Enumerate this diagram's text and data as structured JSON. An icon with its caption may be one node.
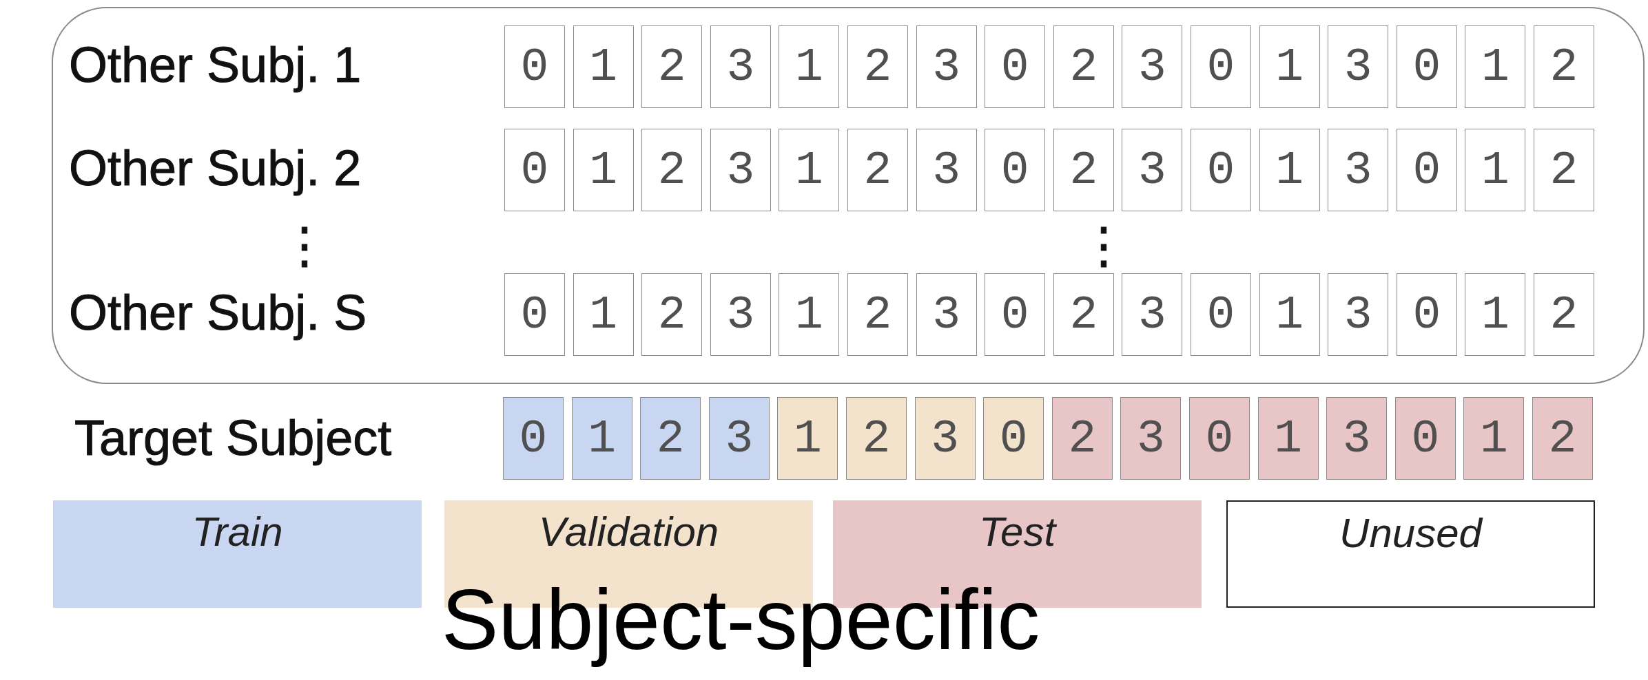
{
  "diagram": {
    "caption": "Subject-specific",
    "nodes": [
      {
        "text": [],
        "shape": "box"
      },
      {
        "text": [
          "0"
        ],
        "in": 0
      },
      {
        "text": [
          "1"
        ],
        "in": 0
      },
      {
        "text": [
          "2"
        ],
        "in": 0
      },
      {
        "text": [
          "3"
        ],
        "in": 0
      },
      {
        "text": [
          "1"
        ],
        "in": 0
      },
      {
        "text": [
          "2"
        ],
        "in": 0
      },
      {
        "text": [
          "3"
        ],
        "in": 0
      },
      {
        "text": [
          "0"
        ],
        "in": 0
      },
      {
        "text": [
          "2"
        ],
        "in": 0
      },
      {
        "text": [
          "3"
        ],
        "in": 0
      },
      {
        "text": [
          "0"
        ],
        "in": 0
      },
      {
        "text": [
          "1"
        ],
        "in": 0
      },
      {
        "text": [
          "3"
        ],
        "in": 0
      },
      {
        "text": [
          "0"
        ],
        "in": 0
      },
      {
        "text": [
          "1"
        ],
        "in": 0
      },
      {
        "text": [
          "2"
        ],
        "in": 0
      },
      {
        "text": [
          "0"
        ],
        "in": 0
      },
      {
        "text": [
          "1"
        ],
        "in": 0
      },
      {
        "text": [
          "2"
        ],
        "in": 0
      },
      {
        "text": [
          "3"
        ],
        "in": 0
      },
      {
        "text": [
          "1"
        ],
        "in": 0
      },
      {
        "text": [
          "2"
        ],
        "in": 0
      },
      {
        "text": [
          "3"
        ],
        "in": 0
      },
      {
        "text": [
          "0"
        ],
        "in": 0
      },
      {
        "text": [
          "2"
        ],
        "in": 0
      },
      {
        "text": [
          "3"
        ],
        "in": 0
      },
      {
        "text": [
          "0"
        ],
        "in": 0
      },
      {
        "text": [
          "1"
        ],
        "in": 0
      },
      {
        "text": [
          "3"
        ],
        "in": 0
      },
      {
        "text": [
          "0"
        ],
        "in": 0
      },
      {
        "text": [
          "1"
        ],
        "in": 0
      },
      {
        "text": [
          "2"
        ],
        "in": 0
      },
      {
        "text": [
          "0"
        ],
        "in": 0
      },
      {
        "text": [
          "1"
        ],
        "in": 0
      },
      {
        "text": [
          "2"
        ],
        "in": 0
      },
      {
        "text": [
          "3"
        ],
        "in": 0
      },
      {
        "text": [
          "1"
        ],
        "in": 0
      },
      {
        "text": [
          "2"
        ],
        "in": 0
      },
      {
        "text": [
          "3"
        ],
        "in": 0
      },
      {
        "text": [
          "0"
        ],
        "in": 0
      },
      {
        "text": [
          "2"
        ],
        "in": 0
      },
      {
        "text": [
          "3"
        ],
        "in": 0
      },
      {
        "text": [
          "0"
        ],
        "in": 0
      },
      {
        "text": [
          "1"
        ],
        "in": 0
      },
      {
        "text": [
          "3"
        ],
        "in": 0
      },
      {
        "text": [
          "0"
        ],
        "in": 0
      },
      {
        "text": [
          "1"
        ],
        "in": 0
      },
      {
        "text": [
          "2"
        ],
        "in": 0
      },
      {
        "text": [
          "0"
        ]
      },
      {
        "text": [
          "1"
        ]
      },
      {
        "text": [
          "2"
        ]
      },
      {
        "text": [
          "3"
        ]
      },
      {
        "text": [
          "1"
        ]
      },
      {
        "text": [
          "2"
        ]
      },
      {
        "text": [
          "3"
        ]
      },
      {
        "text": [
          "0"
        ]
      },
      {
        "text": [
          "2"
        ]
      },
      {
        "text": [
          "3"
        ]
      },
      {
        "text": [
          "0"
        ]
      },
      {
        "text": [
          "1"
        ]
      },
      {
        "text": [
          "3"
        ]
      },
      {
        "text": [
          "0"
        ]
      },
      {
        "text": [
          "1"
        ]
      },
      {
        "text": [
          "2"
        ]
      }
    ],
    "labels": [
      "Other Subj. 1",
      "Other Subj. 2",
      "⋮",
      "⋮",
      "Other Subj. S",
      "Target Subject"
    ],
    "legend": [
      {
        "text": "Train",
        "color": "#c9d6f2"
      },
      {
        "text": "Validation",
        "color": "#f3e2cc"
      },
      {
        "text": "Test",
        "color": "#e8c6c8"
      },
      {
        "text": "Unused",
        "color": "#ffffff"
      }
    ]
  }
}
